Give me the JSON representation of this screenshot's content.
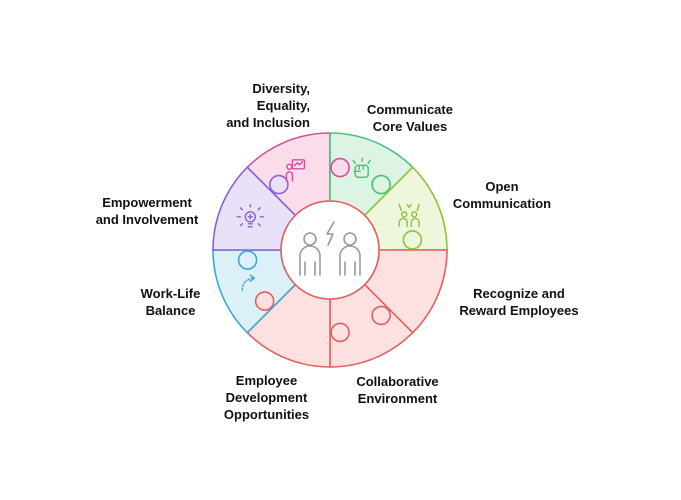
{
  "segments": [
    {
      "label": "Diversity,\nEquality,\nand Inclusion",
      "icon": "presentation-icon",
      "color": "#d44f9c",
      "fill": "#fadcea"
    },
    {
      "label": "Communicate\nCore Values",
      "icon": "fist-icon",
      "color": "#4fbf78",
      "fill": "#ddf3e4"
    },
    {
      "label": "Open\nCommunication",
      "icon": "high-five-icon",
      "color": "#8fc23f",
      "fill": "#eef6dc"
    },
    {
      "label": "Recognize and\nReward Employees",
      "icon": "",
      "color": "#e46060",
      "fill": "#fde1e1"
    },
    {
      "label": "Collaborative\nEnvironment",
      "icon": "",
      "color": "#e46060",
      "fill": "#fde1e1"
    },
    {
      "label": "Employee\nDevelopment\nOpportunities",
      "icon": "",
      "color": "#e46060",
      "fill": "#fde1e1"
    },
    {
      "label": "Work-Life\nBalance",
      "icon": "dotted-arrow-icon",
      "color": "#3fa6cf",
      "fill": "#dcf0f8"
    },
    {
      "label": "Empowerment\nand Involvement",
      "icon": "lightbulb-icon",
      "color": "#8a62d6",
      "fill": "#e9e1f7"
    }
  ],
  "center": {
    "icon": "two-people-lightning-icon",
    "color": "#9a9a9a"
  }
}
